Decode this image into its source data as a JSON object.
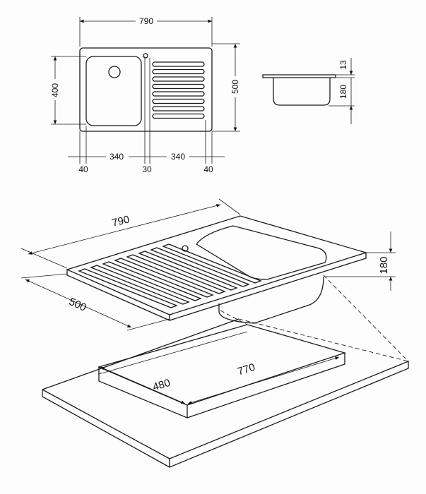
{
  "top_view": {
    "width": "790",
    "bowl_depth_span": "400",
    "depth": "500",
    "bottom_dims": [
      "40",
      "340",
      "30",
      "340",
      "40"
    ]
  },
  "side_view": {
    "rim": "13",
    "bowl_height": "180"
  },
  "iso_view": {
    "sink_width": "790",
    "sink_depth": "500",
    "sink_height": "180",
    "cutout_width": "770",
    "cutout_depth": "480"
  }
}
